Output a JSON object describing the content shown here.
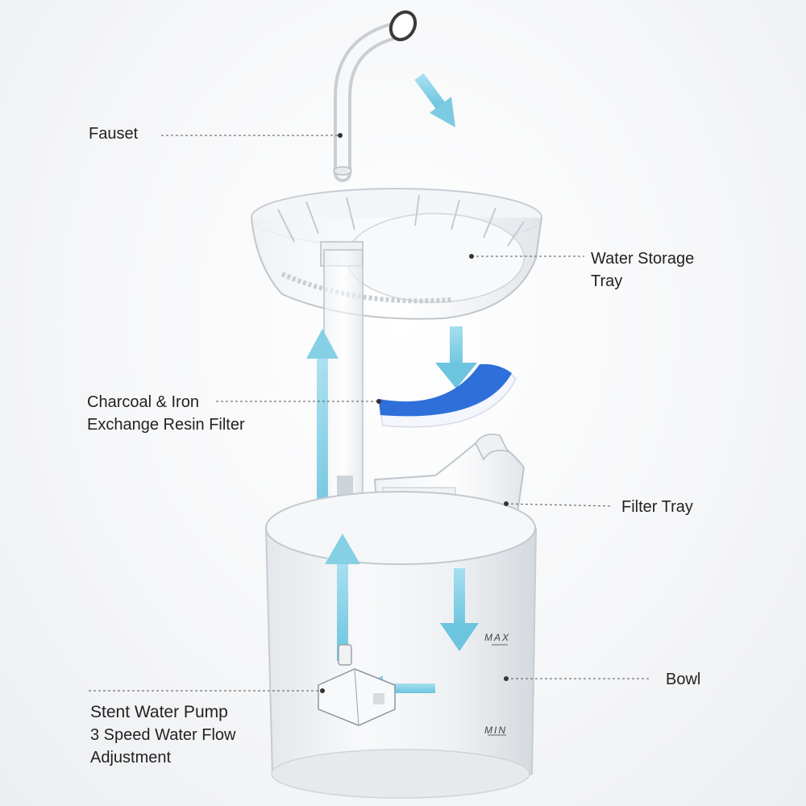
{
  "labels": {
    "faucet": "Fauset",
    "water_storage_tray_line1": "Water Storage",
    "water_storage_tray_line2": "Tray",
    "filter_line1": "Charcoal & Iron",
    "filter_line2": "Exchange Resin Filter",
    "filter_tray": "Filter Tray",
    "bowl": "Bowl",
    "pump_title": "Stent Water Pump",
    "pump_sub1": "3 Speed Water Flow",
    "pump_sub2": "Adjustment"
  },
  "bowl_marks": {
    "max": "MAX",
    "min": "MIN"
  },
  "colors": {
    "flow_arrow": "#8fd3e6",
    "filter_blue": "#2e6fd9",
    "filter_white": "#f4f6fb",
    "plastic": "#d7dbe0",
    "leader_line": "#555555"
  }
}
